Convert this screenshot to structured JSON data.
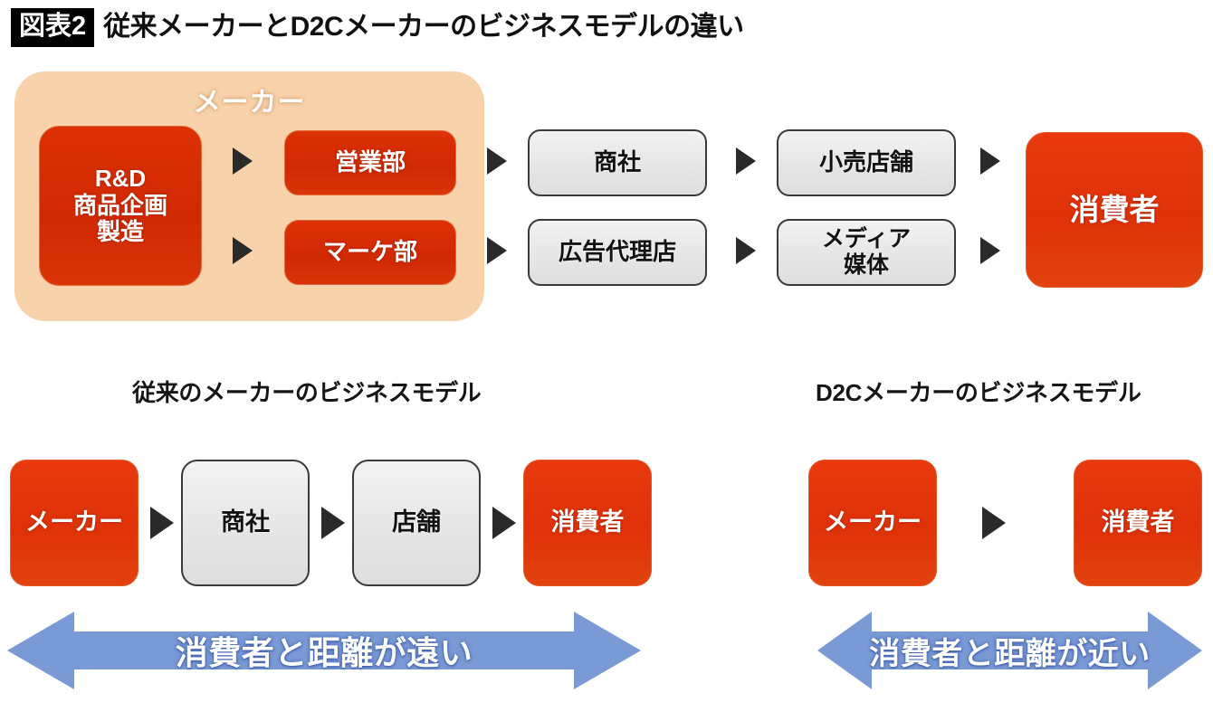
{
  "title": {
    "badge": "図表2",
    "text": "従来メーカーとD2Cメーカーのビジネスモデルの違い"
  },
  "colors": {
    "red": "#e8390e",
    "deep_red": "#d02a03",
    "container_peach": "#f8d2ab",
    "gray_box": "#e6e6e6",
    "gray_border": "#3a3a3a",
    "blue_arrow": "#7a9ad6",
    "triangle": "#2a2a2a",
    "title_badge_bg": "#000000"
  },
  "top_diagram": {
    "maker_container_label": "メーカー",
    "maker_inner": {
      "rnd_box": "R&D\n商品企画\n製造",
      "departments": [
        {
          "label": "営業部"
        },
        {
          "label": "マーケ部"
        }
      ]
    },
    "channel_row_upper": [
      {
        "label": "商社"
      },
      {
        "label": "小売店舗"
      }
    ],
    "channel_row_lower": [
      {
        "label": "広告代理店"
      },
      {
        "label": "メディア\n媒体"
      }
    ],
    "end_node": {
      "label": "消費者"
    }
  },
  "bottom_left": {
    "heading": "従来のメーカーのビジネスモデル",
    "flow": [
      {
        "label": "メーカー",
        "style": "red"
      },
      {
        "label": "商社",
        "style": "gray"
      },
      {
        "label": "店舗",
        "style": "gray"
      },
      {
        "label": "消費者",
        "style": "red"
      }
    ],
    "arrow_caption": "消費者と距離が遠い"
  },
  "bottom_right": {
    "heading": "D2Cメーカーのビジネスモデル",
    "flow": [
      {
        "label": "メーカー",
        "style": "red"
      },
      {
        "label": "消費者",
        "style": "red"
      }
    ],
    "arrow_caption": "消費者と距離が近い"
  }
}
